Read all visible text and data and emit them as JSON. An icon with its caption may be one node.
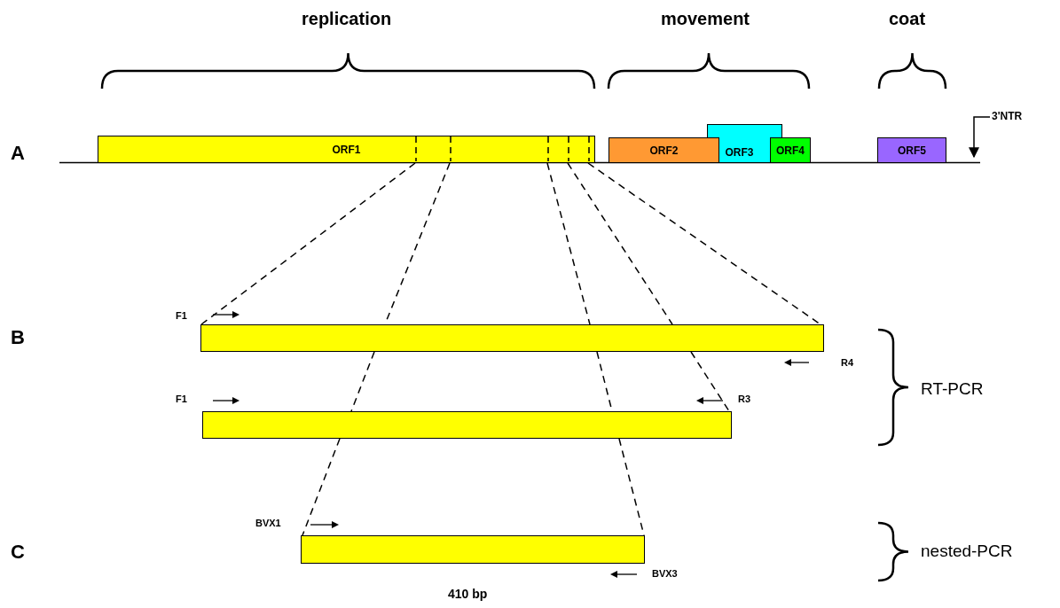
{
  "diagram": {
    "nodes": [
      {
        "text": [
          "ORF1"
        ]
      },
      {
        "text": [
          "ORF2"
        ]
      },
      {
        "text": [
          "ORF3"
        ]
      },
      {
        "text": [
          "ORF4"
        ]
      },
      {
        "text": [
          "ORF5"
        ]
      },
      {
        "text": [],
        "shape": "bar"
      },
      {
        "text": [],
        "shape": "bar"
      },
      {
        "text": [],
        "shape": "bar"
      },
      {
        "text": [
          "3'NTR"
        ]
      }
    ],
    "edges": [
      {
        "from": 0,
        "to": 5,
        "arrow": "none",
        "style": "dashed"
      },
      {
        "from": 0,
        "to": 5,
        "arrow": "none",
        "style": "dashed"
      },
      {
        "from": 0,
        "to": 5,
        "arrow": "none",
        "style": "dashed"
      },
      {
        "from": 5,
        "to": 6,
        "arrow": "none",
        "style": "dashed"
      },
      {
        "from": 0,
        "to": 5,
        "arrow": "none",
        "style": "dashed"
      },
      {
        "from": 5,
        "to": 6,
        "arrow": "none",
        "style": "dashed"
      },
      {
        "from": 6,
        "to": 7,
        "arrow": "none",
        "style": "dashed"
      },
      {
        "from": 0,
        "to": 5,
        "arrow": "none",
        "style": "dashed"
      },
      {
        "from": 5,
        "to": 6,
        "arrow": "none",
        "style": "dashed"
      },
      {
        "from": 6,
        "to": 7,
        "arrow": "none",
        "style": "dashed"
      },
      {
        "from": 8,
        "to": null,
        "arrow": "to"
      }
    ],
    "labels": [
      "replication",
      "movement",
      "coat",
      "A",
      "B",
      "C",
      "F1",
      "R4",
      "F1",
      "R3",
      "RT-PCR",
      "BVX1",
      "BVX3",
      "nested-PCR",
      "410 bp"
    ]
  }
}
